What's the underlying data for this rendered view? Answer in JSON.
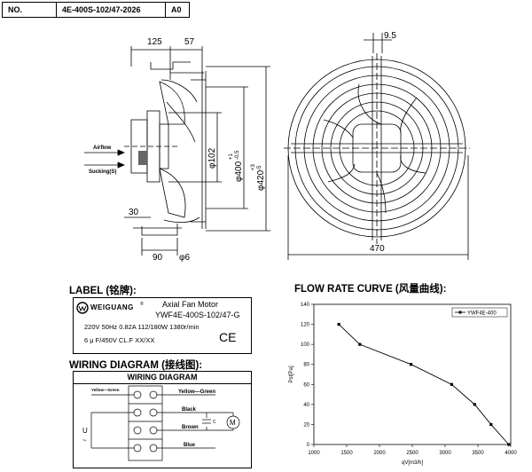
{
  "header": {
    "no_label": "NO.",
    "part_number": "4E-400S-102/47-2026",
    "size": "A0"
  },
  "side_view": {
    "dims": {
      "d125": "125",
      "d57": "57",
      "d30": "30",
      "d90": "90",
      "d6": "φ6",
      "d102": "φ102",
      "d400": "φ400",
      "d400_tol": "+1",
      "d400_tol2": "-0.5",
      "d420": "φ420",
      "d420_tol": "+3",
      "d420_tol2": "-5"
    },
    "airflow": "Airflow",
    "sucking": "Sucking(S)"
  },
  "front_view": {
    "d95": "9.5",
    "d470": "470"
  },
  "label_section": {
    "title": "LABEL (铭牌):",
    "brand": "WEIGUANG",
    "brand_reg": "®",
    "product": "Axial Fan Motor",
    "model": "YWF4E-400S-102/47-G",
    "spec1": "220V 50Hz 0.82A 112/180W 1380r/min",
    "spec2": "6 μ F/450V CL.F XX/XX",
    "ce": "CE"
  },
  "wiring_section": {
    "title": "WIRING DIAGRAM (接线图):",
    "box_title": "WIRING DIAGRAM",
    "wire_small": "Yellow—Green",
    "wire1": "Yellow—Green",
    "wire2": "Black",
    "wire3": "Brown",
    "wire4": "Blue",
    "u_label": "U",
    "tilde": "~",
    "cap": "C",
    "motor": "M"
  },
  "flow_section": {
    "title": "FLOW RATE CURVE (风量曲线):"
  },
  "chart_data": {
    "type": "line",
    "title": "",
    "xlabel": "qV[m3/h]",
    "ylabel": "Pst[Pa]",
    "xlim": [
      1000,
      4000
    ],
    "ylim": [
      0,
      140
    ],
    "xticks": [
      "1000",
      "1500",
      "2000",
      "2500",
      "3000",
      "3500",
      "4000"
    ],
    "yticks": [
      "0",
      "20",
      "40",
      "60",
      "80",
      "100",
      "120",
      "140"
    ],
    "legend_position": "top-right",
    "series": [
      {
        "name": "YWF4E-400",
        "x": [
          1380,
          1700,
          2480,
          3100,
          3450,
          3700,
          3970
        ],
        "y": [
          120,
          100,
          80,
          60,
          40,
          20,
          0
        ]
      }
    ],
    "grid": false,
    "color": "#000000"
  }
}
